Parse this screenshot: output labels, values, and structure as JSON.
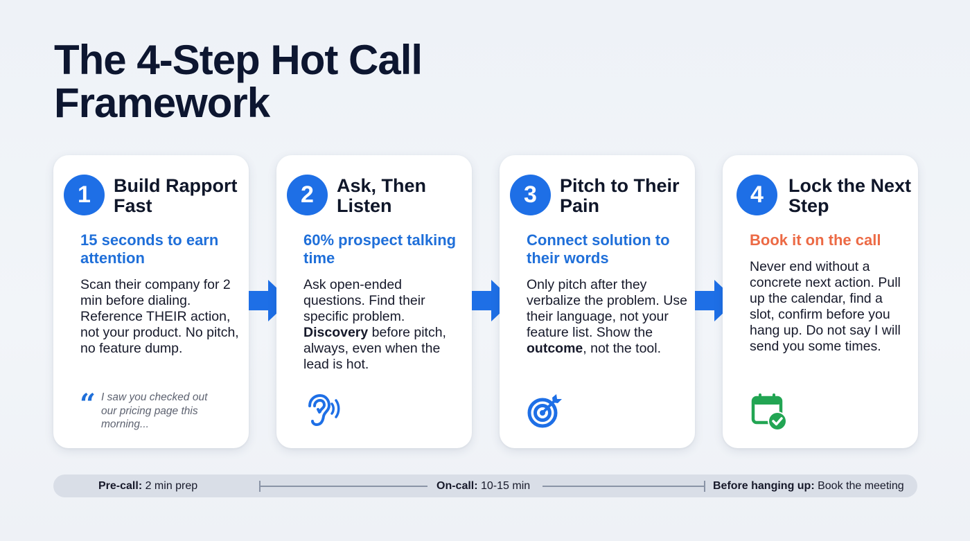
{
  "title": "The 4-Step Hot Call Framework",
  "colors": {
    "accent_blue": "#1e6fe6",
    "subtitle_blue": "#1f6fd9",
    "subtitle_orange": "#ec6a45",
    "success_green": "#22a553",
    "title_navy": "#0d1630"
  },
  "steps": [
    {
      "number": "1",
      "title": "Build Rapport Fast",
      "subtitle": "15 seconds to earn attention",
      "body": "Scan their company for 2 min before dialing. Reference THEIR action, not your product. No pitch, no feature dump.",
      "quote": "I saw you checked out our pricing page this morning...",
      "icon": "quote-icon"
    },
    {
      "number": "2",
      "title": "Ask, Then Listen",
      "subtitle": "60% prospect talking time",
      "body_pre": "Ask open-ended questions. Find their specific problem. ",
      "body_bold": "Discovery",
      "body_post": " before pitch, always, even when the lead is hot.",
      "icon": "ear-listening-icon"
    },
    {
      "number": "3",
      "title": "Pitch to Their Pain",
      "subtitle": "Connect solution to their words",
      "body_pre": "Only pitch after they verbalize the problem. Use their language, not your feature list. Show the ",
      "body_bold": "outcome",
      "body_post": ", not the tool.",
      "icon": "target-arrow-icon"
    },
    {
      "number": "4",
      "title": "Lock the Next Step",
      "subtitle": "Book it on the call",
      "body": "Never end without a concrete next action. Pull up the calendar, find a slot, confirm before you hang up. Do not say I will send you some times.",
      "icon": "calendar-check-icon"
    }
  ],
  "arrows": [
    "arrow-right-icon",
    "arrow-right-icon",
    "arrow-right-icon"
  ],
  "timeline": {
    "precall_label": "Pre-call:",
    "precall_value": " 2 min prep",
    "oncall_label": "On-call:",
    "oncall_value": " 10-15 min",
    "before_label": "Before hanging up:",
    "before_value": " Book the meeting"
  }
}
